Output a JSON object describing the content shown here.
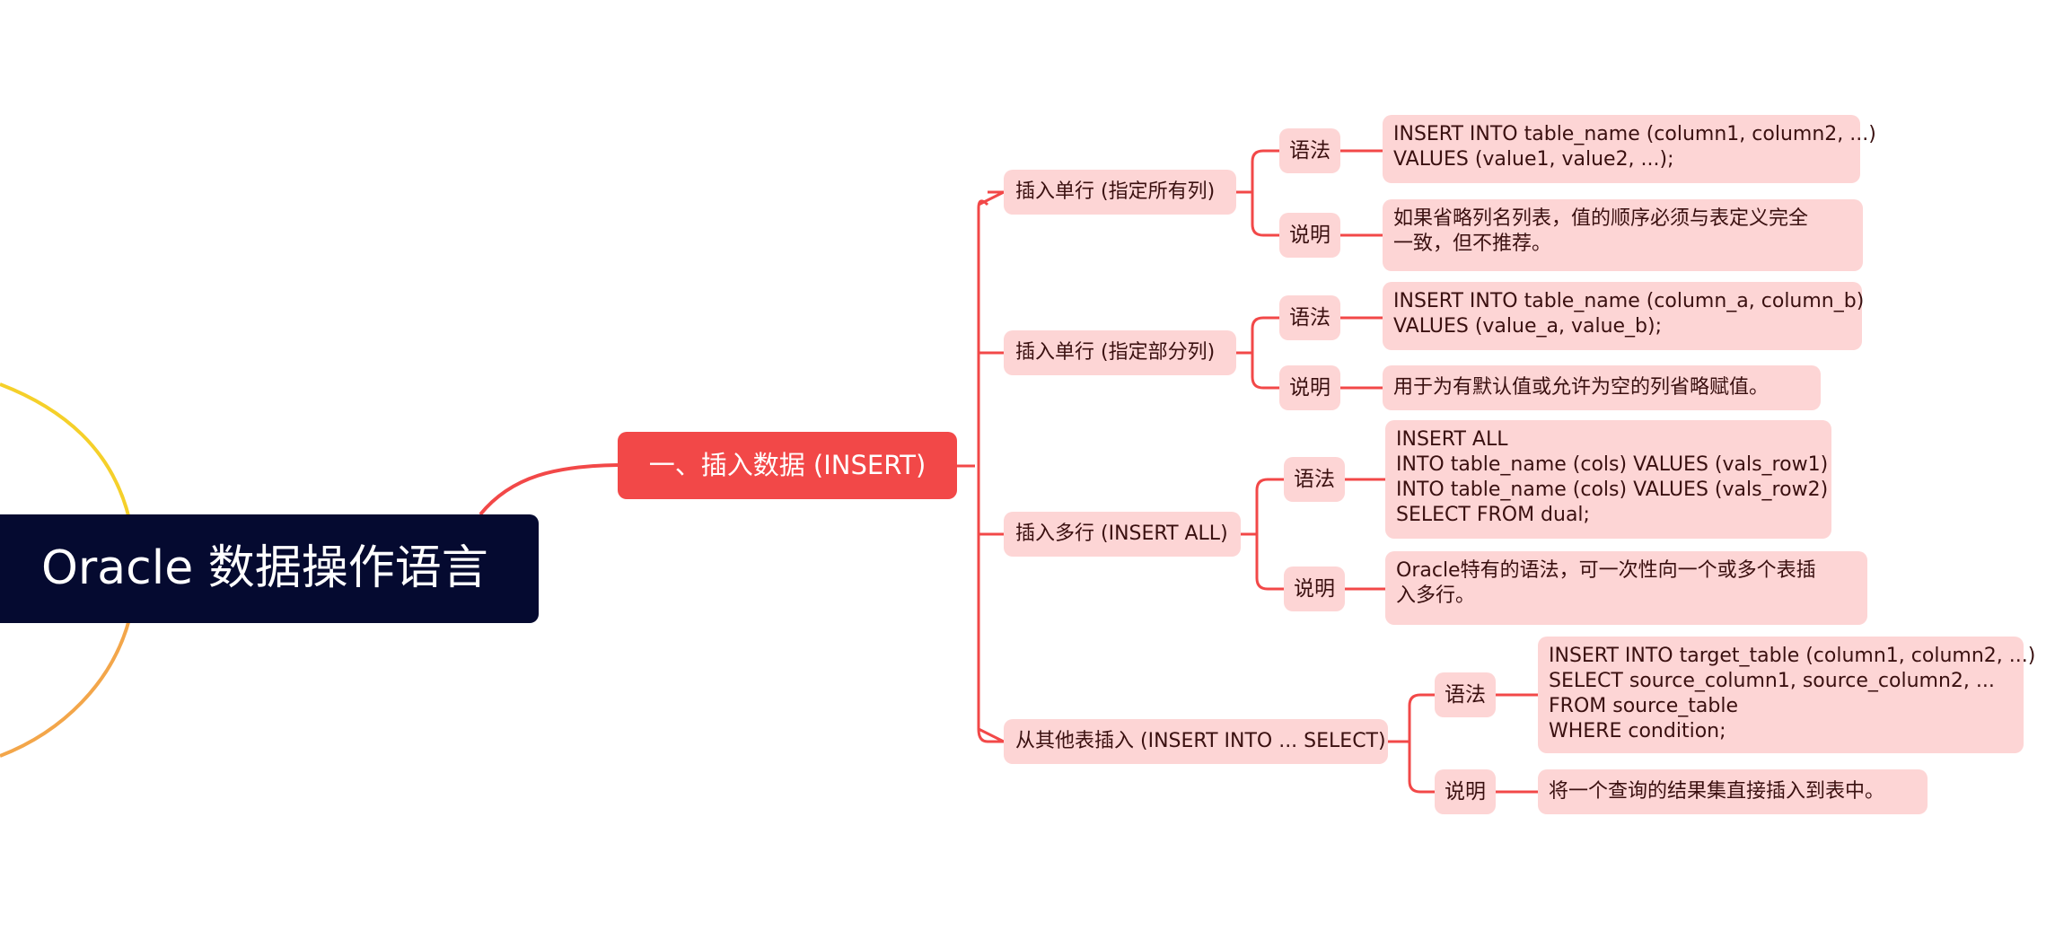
{
  "colors": {
    "root_bg": "#050a30",
    "main_bg": "#f24848",
    "node_bg": "#fdd5d5",
    "line": "#f24848",
    "arc_yellow": "#f5d02a",
    "arc_orange": "#f3a64a"
  },
  "root": {
    "title": "Oracle 数据操作语言"
  },
  "main": {
    "title": "一、插入数据 (INSERT)"
  },
  "topics": [
    {
      "title": "插入单行 (指定所有列)",
      "syntax_label": "语法",
      "syntax_lines": [
        "INSERT INTO table_name (column1, column2, ...)",
        "VALUES (value1, value2, ...);"
      ],
      "note_label": "说明",
      "note_lines": [
        "如果省略列名列表，值的顺序必须与表定义完全",
        "一致，但不推荐。"
      ]
    },
    {
      "title": "插入单行 (指定部分列)",
      "syntax_label": "语法",
      "syntax_lines": [
        "INSERT INTO table_name (column_a, column_b)",
        "VALUES (value_a, value_b);"
      ],
      "note_label": "说明",
      "note_lines": [
        "用于为有默认值或允许为空的列省略赋值。"
      ]
    },
    {
      "title": "插入多行 (INSERT ALL)",
      "syntax_label": "语法",
      "syntax_lines": [
        "INSERT ALL",
        "INTO table_name (cols) VALUES (vals_row1)",
        "INTO table_name (cols) VALUES (vals_row2)",
        "SELECT  FROM dual;"
      ],
      "note_label": "说明",
      "note_lines": [
        "Oracle特有的语法，可一次性向一个或多个表插",
        "入多行。"
      ]
    },
    {
      "title": "从其他表插入 (INSERT INTO ... SELECT)",
      "syntax_label": "语法",
      "syntax_lines": [
        "INSERT INTO target_table (column1, column2, ...)",
        "SELECT source_column1, source_column2, ...",
        "FROM source_table",
        "WHERE condition;"
      ],
      "note_label": "说明",
      "note_lines": [
        "将一个查询的结果集直接插入到表中。"
      ]
    }
  ]
}
